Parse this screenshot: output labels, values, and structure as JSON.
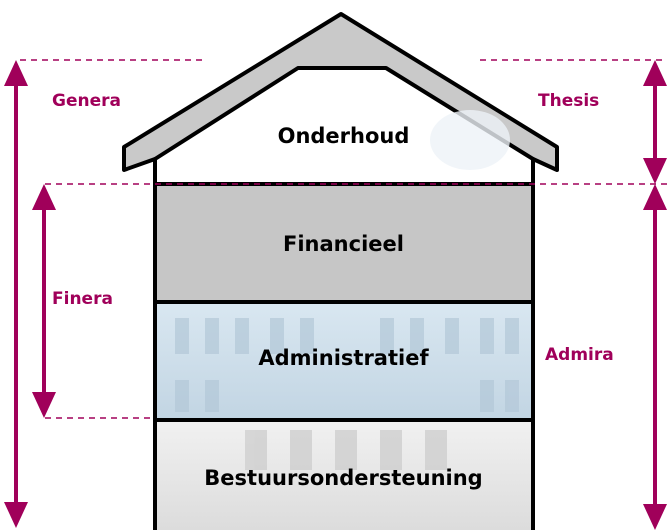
{
  "layers": [
    {
      "label": "Onderhoud"
    },
    {
      "label": "Financieel"
    },
    {
      "label": "Administratief"
    },
    {
      "label": "Bestuursondersteuning"
    }
  ],
  "side_labels": {
    "genera": "Genera",
    "thesis": "Thesis",
    "finera": "Finera",
    "admira": "Admira"
  },
  "colors": {
    "accent": "#a0005a",
    "roof_fill": "#c9c9c9",
    "financieel_fill": "#c6c6c6",
    "administratief_fill": "#cfe0ec",
    "bestuur_fill": "#ececec",
    "outline": "#000000"
  },
  "icons": {
    "arrow": "double-headed-arrow"
  }
}
